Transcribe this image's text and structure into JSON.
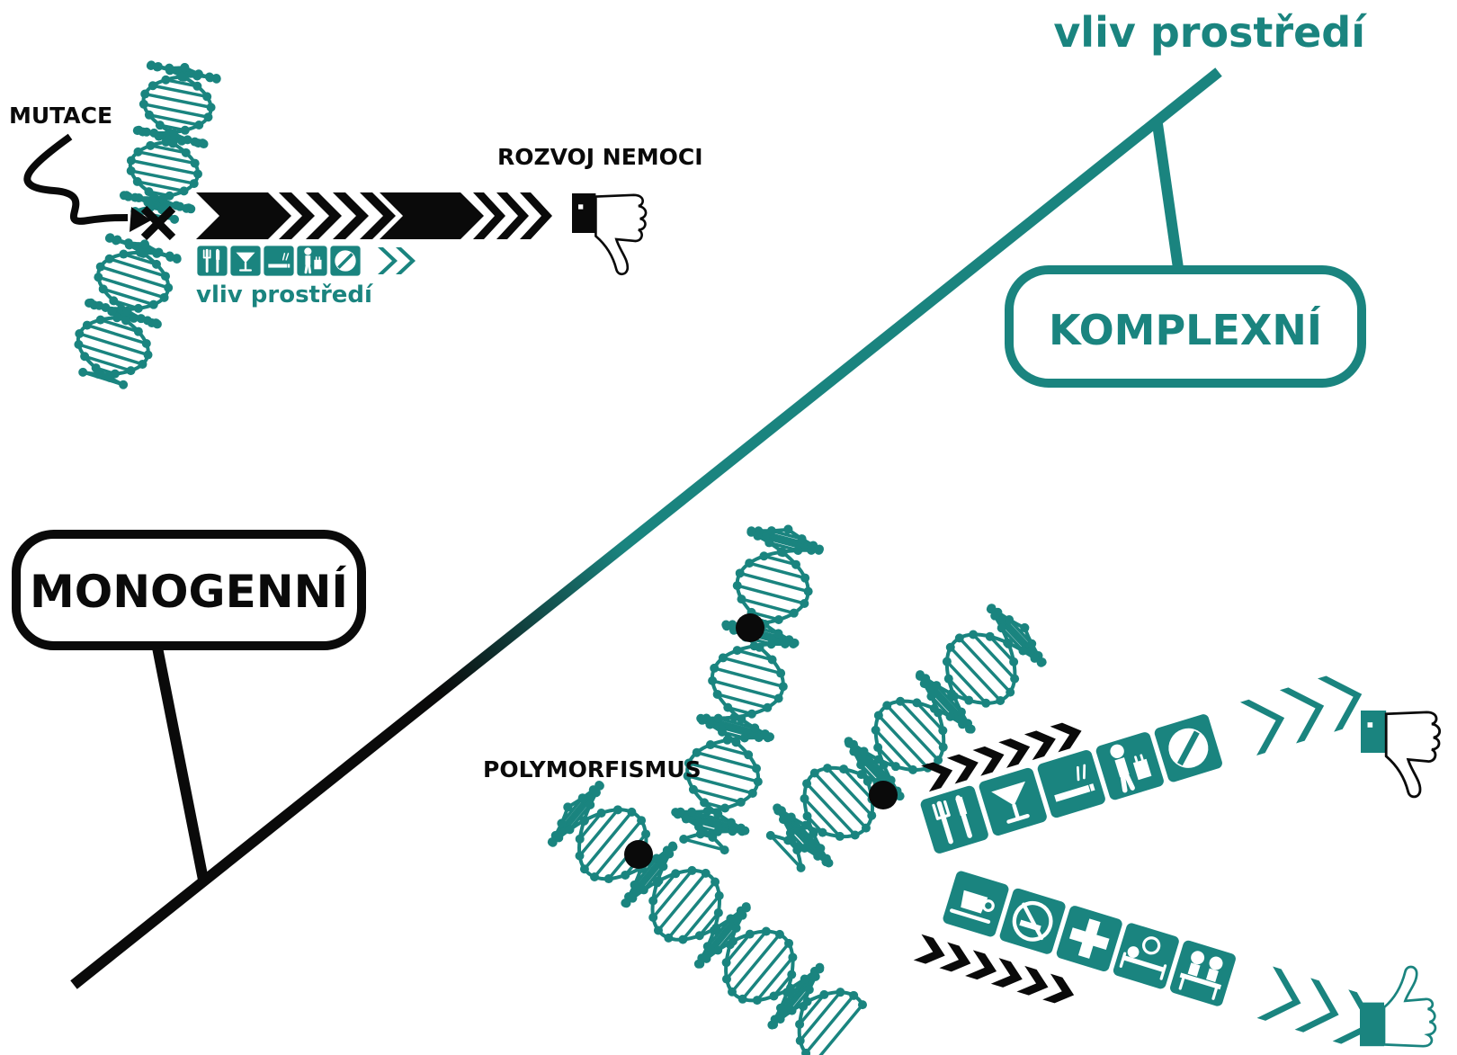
{
  "colors": {
    "teal": "#1a847f",
    "black": "#0a0a0a",
    "white": "#ffffff"
  },
  "labels": {
    "env_top_right": "vliv prostředí",
    "env_small": "vliv prostředí",
    "complex": "KOMPLEXNÍ",
    "monogenic": "MONOGENNÍ",
    "mutation": "MUTACE",
    "disease": "ROZVOJ NEMOCI",
    "polymorphism": "POLYMORFISMUS"
  },
  "icons": {
    "top_env_strip": [
      "fork-knife-icon",
      "cocktail-icon",
      "cigarette-icon",
      "person-luggage-icon",
      "pill-icon"
    ],
    "harmful_strip": [
      "fork-knife-icon",
      "cocktail-icon",
      "cigarette-icon",
      "person-luggage-icon",
      "pill-icon"
    ],
    "healthy_strip": [
      "coffee-cup-icon",
      "no-smoking-icon",
      "medical-cross-icon",
      "patient-consult-icon",
      "doctor-consult-icon"
    ],
    "outcomes": [
      "thumbs-down-icon",
      "thumbs-down-icon",
      "thumbs-up-icon"
    ]
  }
}
